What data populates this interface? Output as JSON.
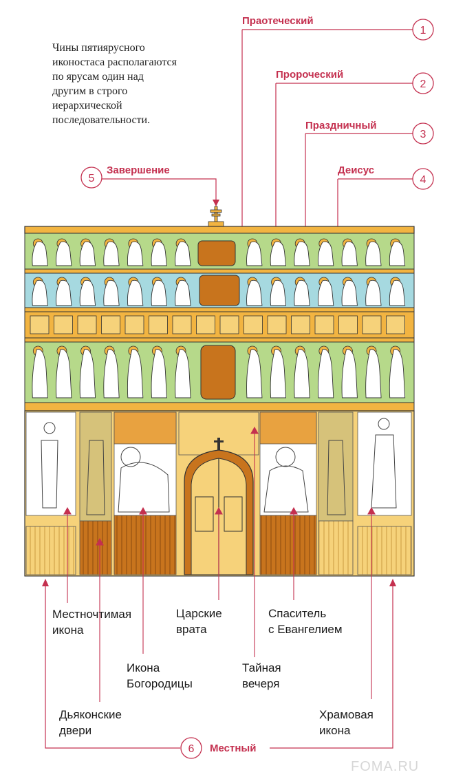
{
  "intro": [
    "Чины пятиярусного",
    "иконостаса располагаются",
    "по ярусам один над",
    "другим в строго",
    "иерархической",
    "последовательности."
  ],
  "tiers": [
    {
      "num": "1",
      "label": "Праотеческий"
    },
    {
      "num": "2",
      "label": "Пророческий"
    },
    {
      "num": "3",
      "label": "Праздничный"
    },
    {
      "num": "4",
      "label": "Деисус"
    },
    {
      "num": "5",
      "label": "Завершение"
    },
    {
      "num": "6",
      "label": "Местный"
    }
  ],
  "captions": {
    "local_icon": [
      "Местночтимая",
      "икона"
    ],
    "deacon_doors": [
      "Дьяконские",
      "двери"
    ],
    "theotokos_icon": [
      "Икона",
      "Богородицы"
    ],
    "royal_doors": [
      "Царские",
      "врата"
    ],
    "last_supper": [
      "Тайная",
      "вечеря"
    ],
    "saviour": [
      "Спаситель",
      "с Евангелием"
    ],
    "temple_icon": [
      "Храмовая",
      "икона"
    ]
  },
  "colors": {
    "accent": "#c4304f",
    "green_tier": "#b6d98a",
    "blue_tier": "#a6d9e0",
    "gold": "#f2b441",
    "wood": "#c8741d"
  },
  "watermark": "FOMA.RU"
}
